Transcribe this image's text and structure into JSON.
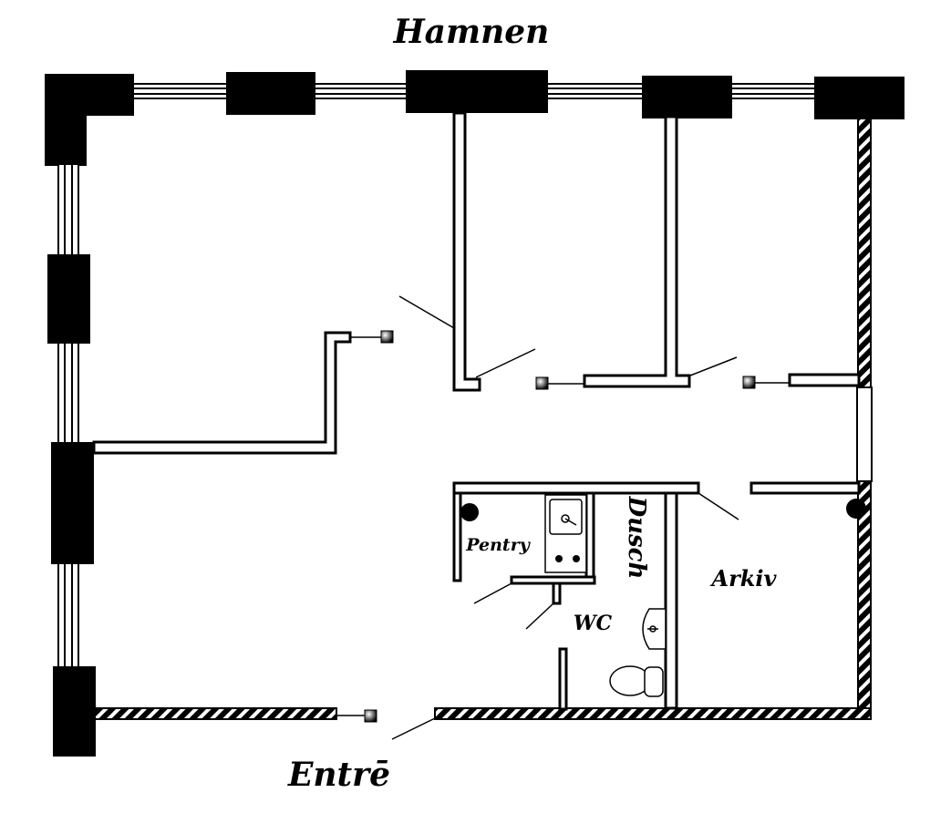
{
  "labels": {
    "harbor": "Hamnen",
    "entrance": "Entrē",
    "pantry": "Pentry",
    "shower": "Dusch",
    "archive": "Arkiv",
    "wc": "WC"
  },
  "colors": {
    "wall": "#000000",
    "background": "#ffffff"
  }
}
